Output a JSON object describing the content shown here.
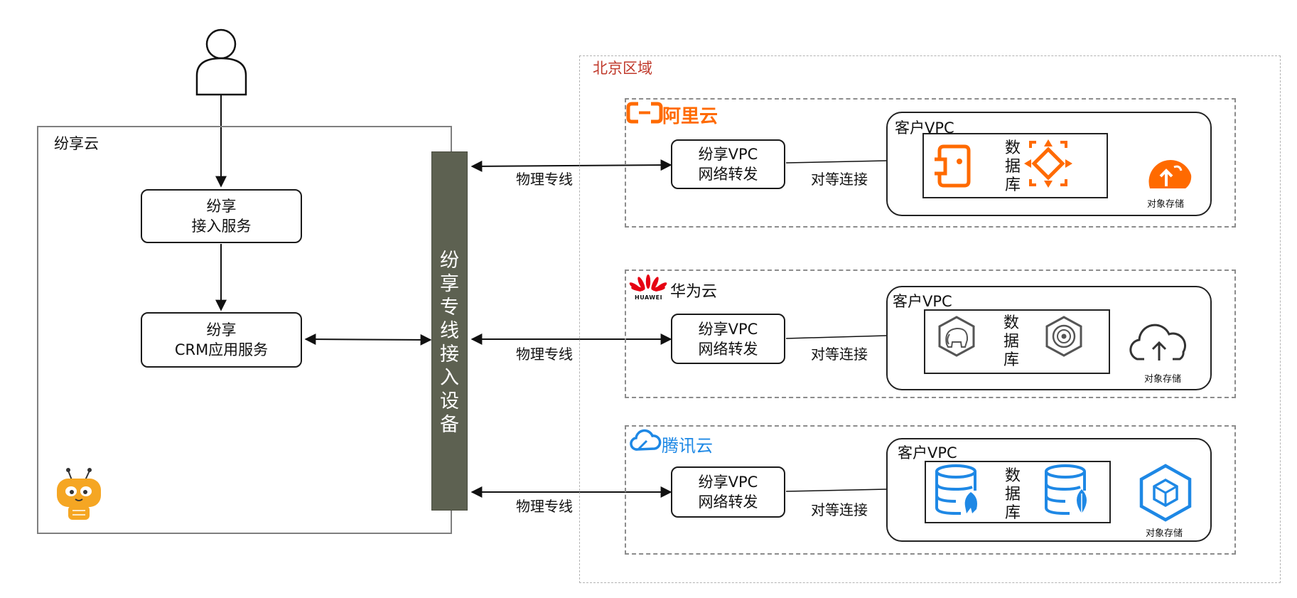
{
  "fenxiang_cloud": {
    "title": "纷享云",
    "access_service": [
      "纷享",
      "接入服务"
    ],
    "crm_service": [
      "纷享",
      "CRM应用服务"
    ],
    "line_device": "纷享专线接入设备"
  },
  "region": {
    "title": "北京区域",
    "clouds": [
      {
        "name": "阿里云",
        "brand_color": "#ff6a00",
        "link_label": "物理专线",
        "forwarder": [
          "纷享VPC",
          "网络转发"
        ],
        "peering_label": "对等连接",
        "vpc_title": "客户VPC",
        "db_label": "数据库",
        "storage_label": "对象存储",
        "icons": [
          "aliyun-rds-icon",
          "aliyun-polardb-icon",
          "aliyun-oss-icon"
        ]
      },
      {
        "name": "华为云",
        "brand_color": "#e60012",
        "logo_caption": "HUAWEI",
        "link_label": "物理专线",
        "forwarder": [
          "纷享VPC",
          "网络转发"
        ],
        "peering_label": "对等连接",
        "vpc_title": "客户VPC",
        "db_label": "数据库",
        "storage_label": "对象存储",
        "icons": [
          "postgresql-icon",
          "gaussdb-icon",
          "obs-upload-icon"
        ]
      },
      {
        "name": "腾讯云",
        "brand_color": "#1e88e5",
        "link_label": "物理专线",
        "forwarder": [
          "纷享VPC",
          "网络转发"
        ],
        "peering_label": "对等连接",
        "vpc_title": "客户VPC",
        "db_label": "数据库",
        "storage_label": "对象存储",
        "icons": [
          "tencent-mysql-icon",
          "tencent-mongodb-icon",
          "tencent-cos-icon"
        ]
      }
    ]
  },
  "colors": {
    "aliyun_orange": "#ff6a00",
    "huawei_red": "#e60012",
    "tencent_blue": "#1e88e5",
    "device_fill": "#5d6151",
    "region_title": "#c0392b",
    "mascot": "#f5a623"
  }
}
